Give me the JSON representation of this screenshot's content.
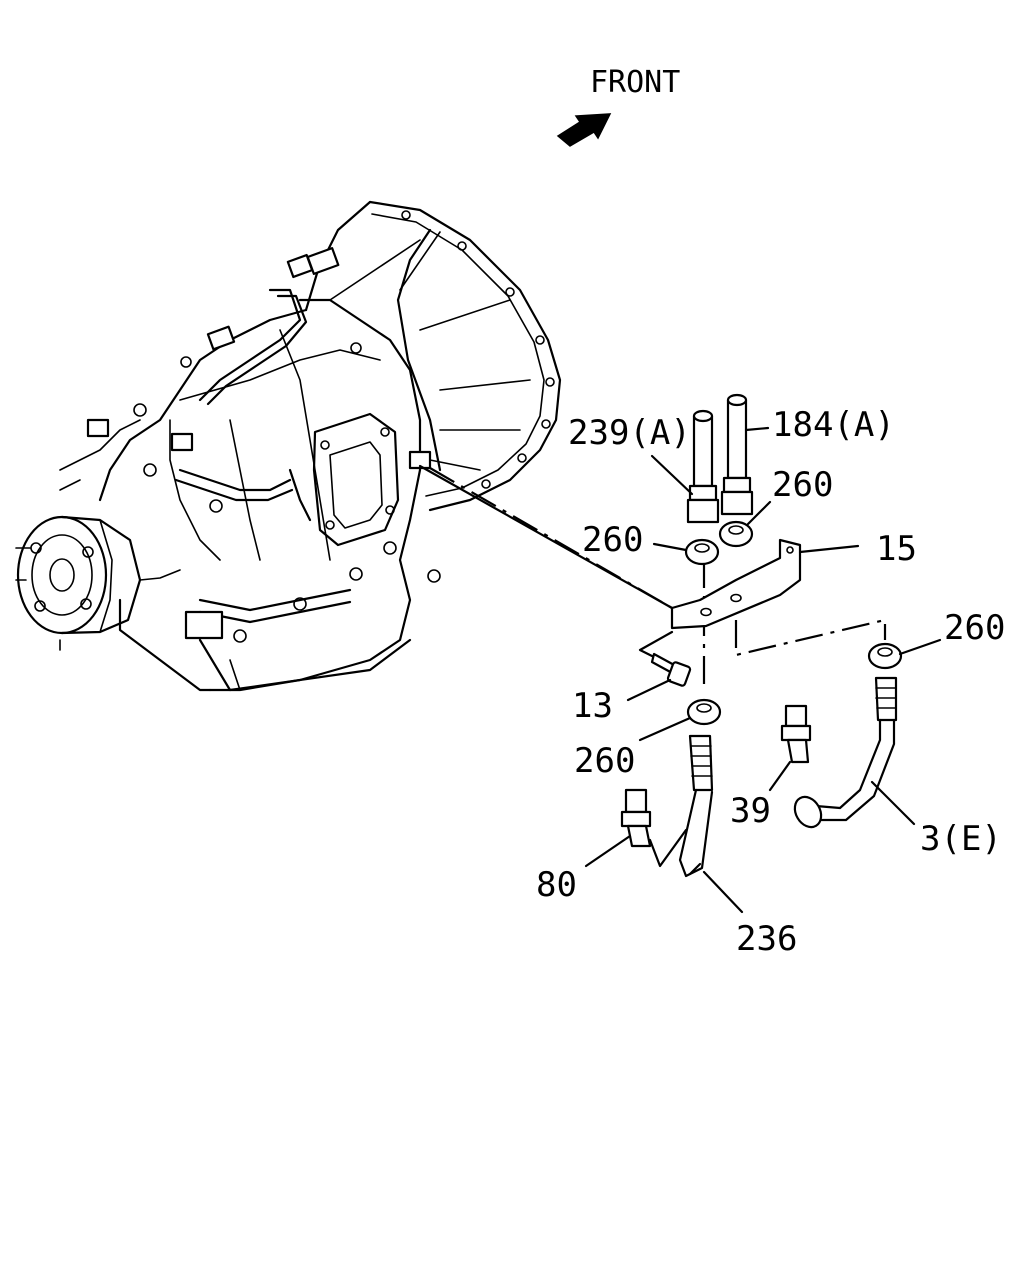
{
  "direction": {
    "label": "FRONT",
    "arrow_icon": "front-arrow-icon"
  },
  "callouts": [
    {
      "id": "c-239a",
      "text": "239(A)"
    },
    {
      "id": "c-184a",
      "text": "184(A)"
    },
    {
      "id": "c-260-top-right",
      "text": "260"
    },
    {
      "id": "c-260-top-left",
      "text": "260"
    },
    {
      "id": "c-15",
      "text": "15"
    },
    {
      "id": "c-260-right",
      "text": "260"
    },
    {
      "id": "c-13",
      "text": "13"
    },
    {
      "id": "c-260-lower",
      "text": "260"
    },
    {
      "id": "c-39",
      "text": "39"
    },
    {
      "id": "c-3e",
      "text": "3(E)"
    },
    {
      "id": "c-80",
      "text": "80"
    },
    {
      "id": "c-236",
      "text": "236"
    }
  ],
  "colors": {
    "ink": "#000000",
    "paper": "#ffffff"
  }
}
